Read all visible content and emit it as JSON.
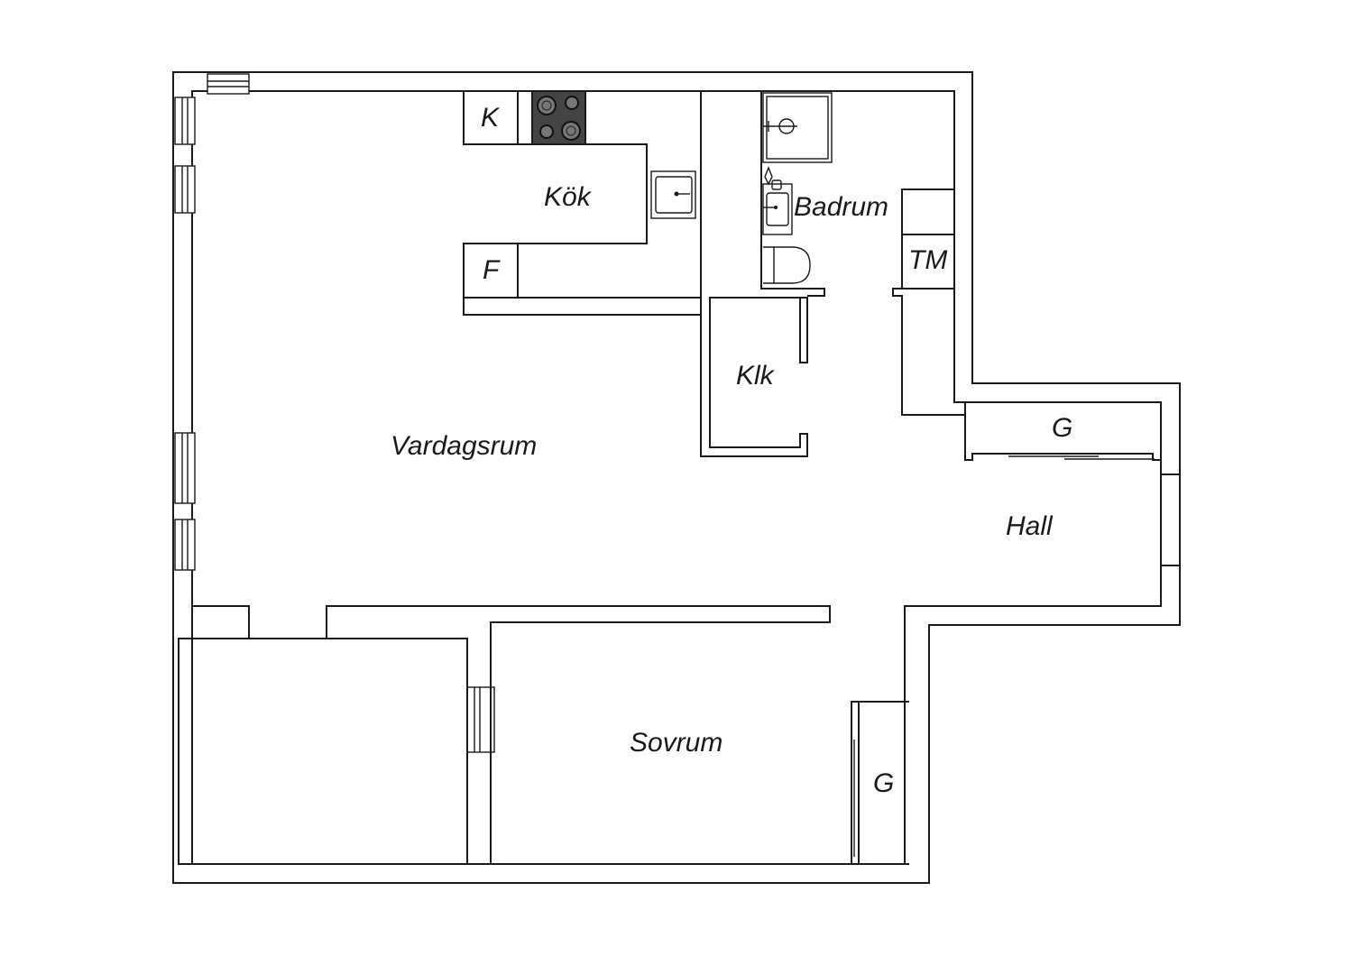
{
  "floorplan": {
    "rooms": {
      "vardagsrum": "Vardagsrum",
      "kok": "Kök",
      "badrum": "Badrum",
      "klk": "Klk",
      "hall": "Hall",
      "sovrum": "Sovrum"
    },
    "fixtures": {
      "kyl": "K",
      "frys": "F",
      "tvattmaskin": "TM",
      "garderob_hall": "G",
      "garderob_sovrum": "G"
    },
    "colors": {
      "line": "#1a1a1a",
      "stove": "#444444",
      "background": "#ffffff"
    }
  }
}
